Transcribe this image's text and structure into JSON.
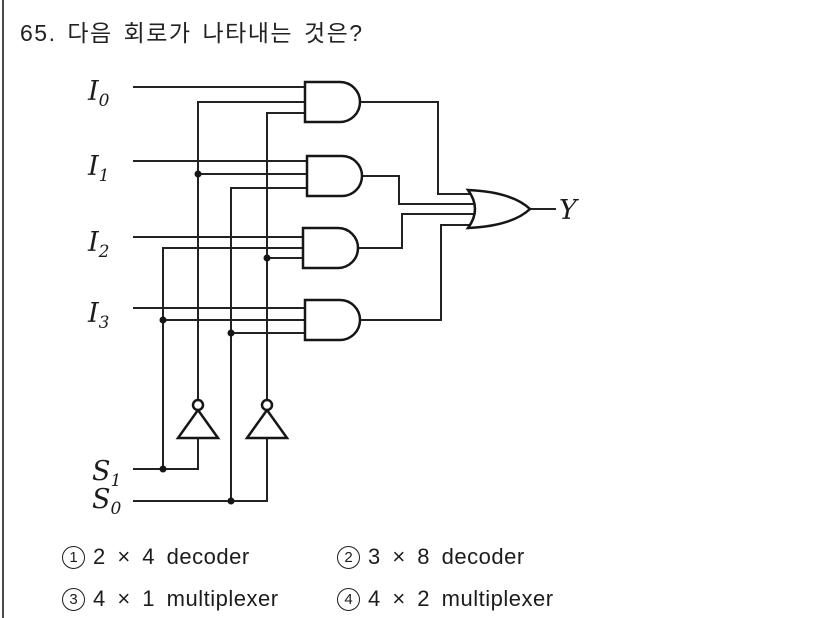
{
  "page": {
    "title": "65. 다음 회로가 나타내는 것은?"
  },
  "circuit": {
    "input_labels": [
      {
        "base": "I",
        "sub": "0"
      },
      {
        "base": "I",
        "sub": "1"
      },
      {
        "base": "I",
        "sub": "2"
      },
      {
        "base": "I",
        "sub": "3"
      }
    ],
    "select_labels": [
      {
        "base": "S",
        "sub": "1"
      },
      {
        "base": "S",
        "sub": "0"
      }
    ],
    "output_label": "Y",
    "gates": [
      "AND",
      "AND",
      "AND",
      "AND",
      "OR",
      "NOT",
      "NOT"
    ]
  },
  "options": [
    {
      "num": "1",
      "label": "2 × 4 decoder"
    },
    {
      "num": "2",
      "label": "3 × 8 decoder"
    },
    {
      "num": "3",
      "label": "4 × 1 multiplexer"
    },
    {
      "num": "4",
      "label": "4 × 2 multiplexer"
    }
  ],
  "colors": {
    "ink": "#1c1c1c",
    "page_background": "#ffffff",
    "border_line": "#4a4a4a"
  }
}
